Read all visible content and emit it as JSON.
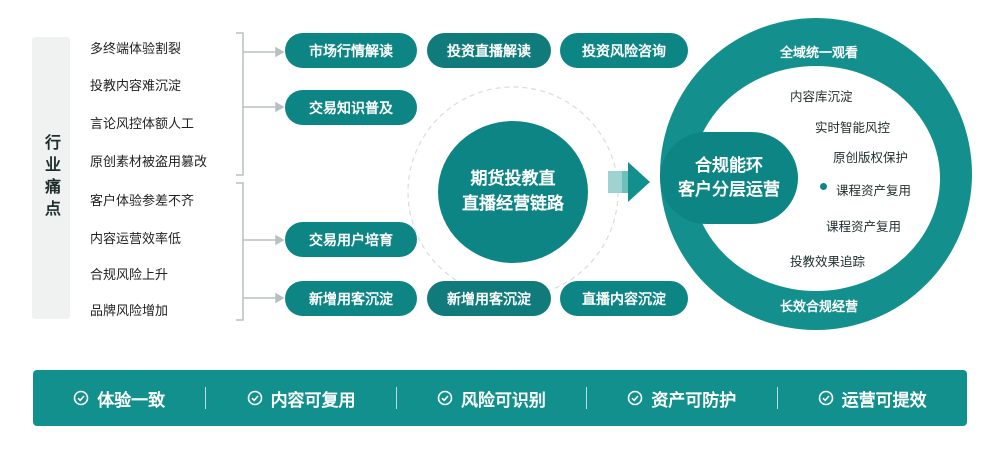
{
  "sidebar": {
    "title": "行业痛点"
  },
  "pain_points": [
    "多终端体验割裂",
    "投教内容难沉淀",
    "言论风控体额人工",
    "原创素材被盗用篡改",
    "客户体验参差不齐",
    "内容运营效率低",
    "合规风险上升",
    "品牌风险增加"
  ],
  "flow": {
    "market_read": "市场行情解读",
    "live_read": "投资直播解读",
    "risk_consult": "投资风险咨询",
    "trade_knowledge": "交易知识普及",
    "user_cultivate": "交易用户培育",
    "new_user_left": "新增用客沉淀",
    "new_user_mid": "新增用客沉淀",
    "live_content": "直播内容沉淀"
  },
  "center": {
    "line1": "期货投教直",
    "line2": "直播经营链路"
  },
  "ring": {
    "top_label": "全域统一观看",
    "bottom_label": "长效合规经营",
    "core_line1": "合规能环",
    "core_line2": "客户分层运营",
    "features": [
      "内容库沉淀",
      "实时智能风控",
      "原创版权保护",
      "课程资产复用",
      "课程资产复用",
      "投教效果追踪"
    ]
  },
  "bottom": {
    "items": [
      "体验一致",
      "内容可复用",
      "风险可识别",
      "资产可防护",
      "运营可提效"
    ]
  },
  "colors": {
    "teal": "#0e8585",
    "teal_light": "#13908d",
    "arrow_gray": "#b9c6c6"
  }
}
